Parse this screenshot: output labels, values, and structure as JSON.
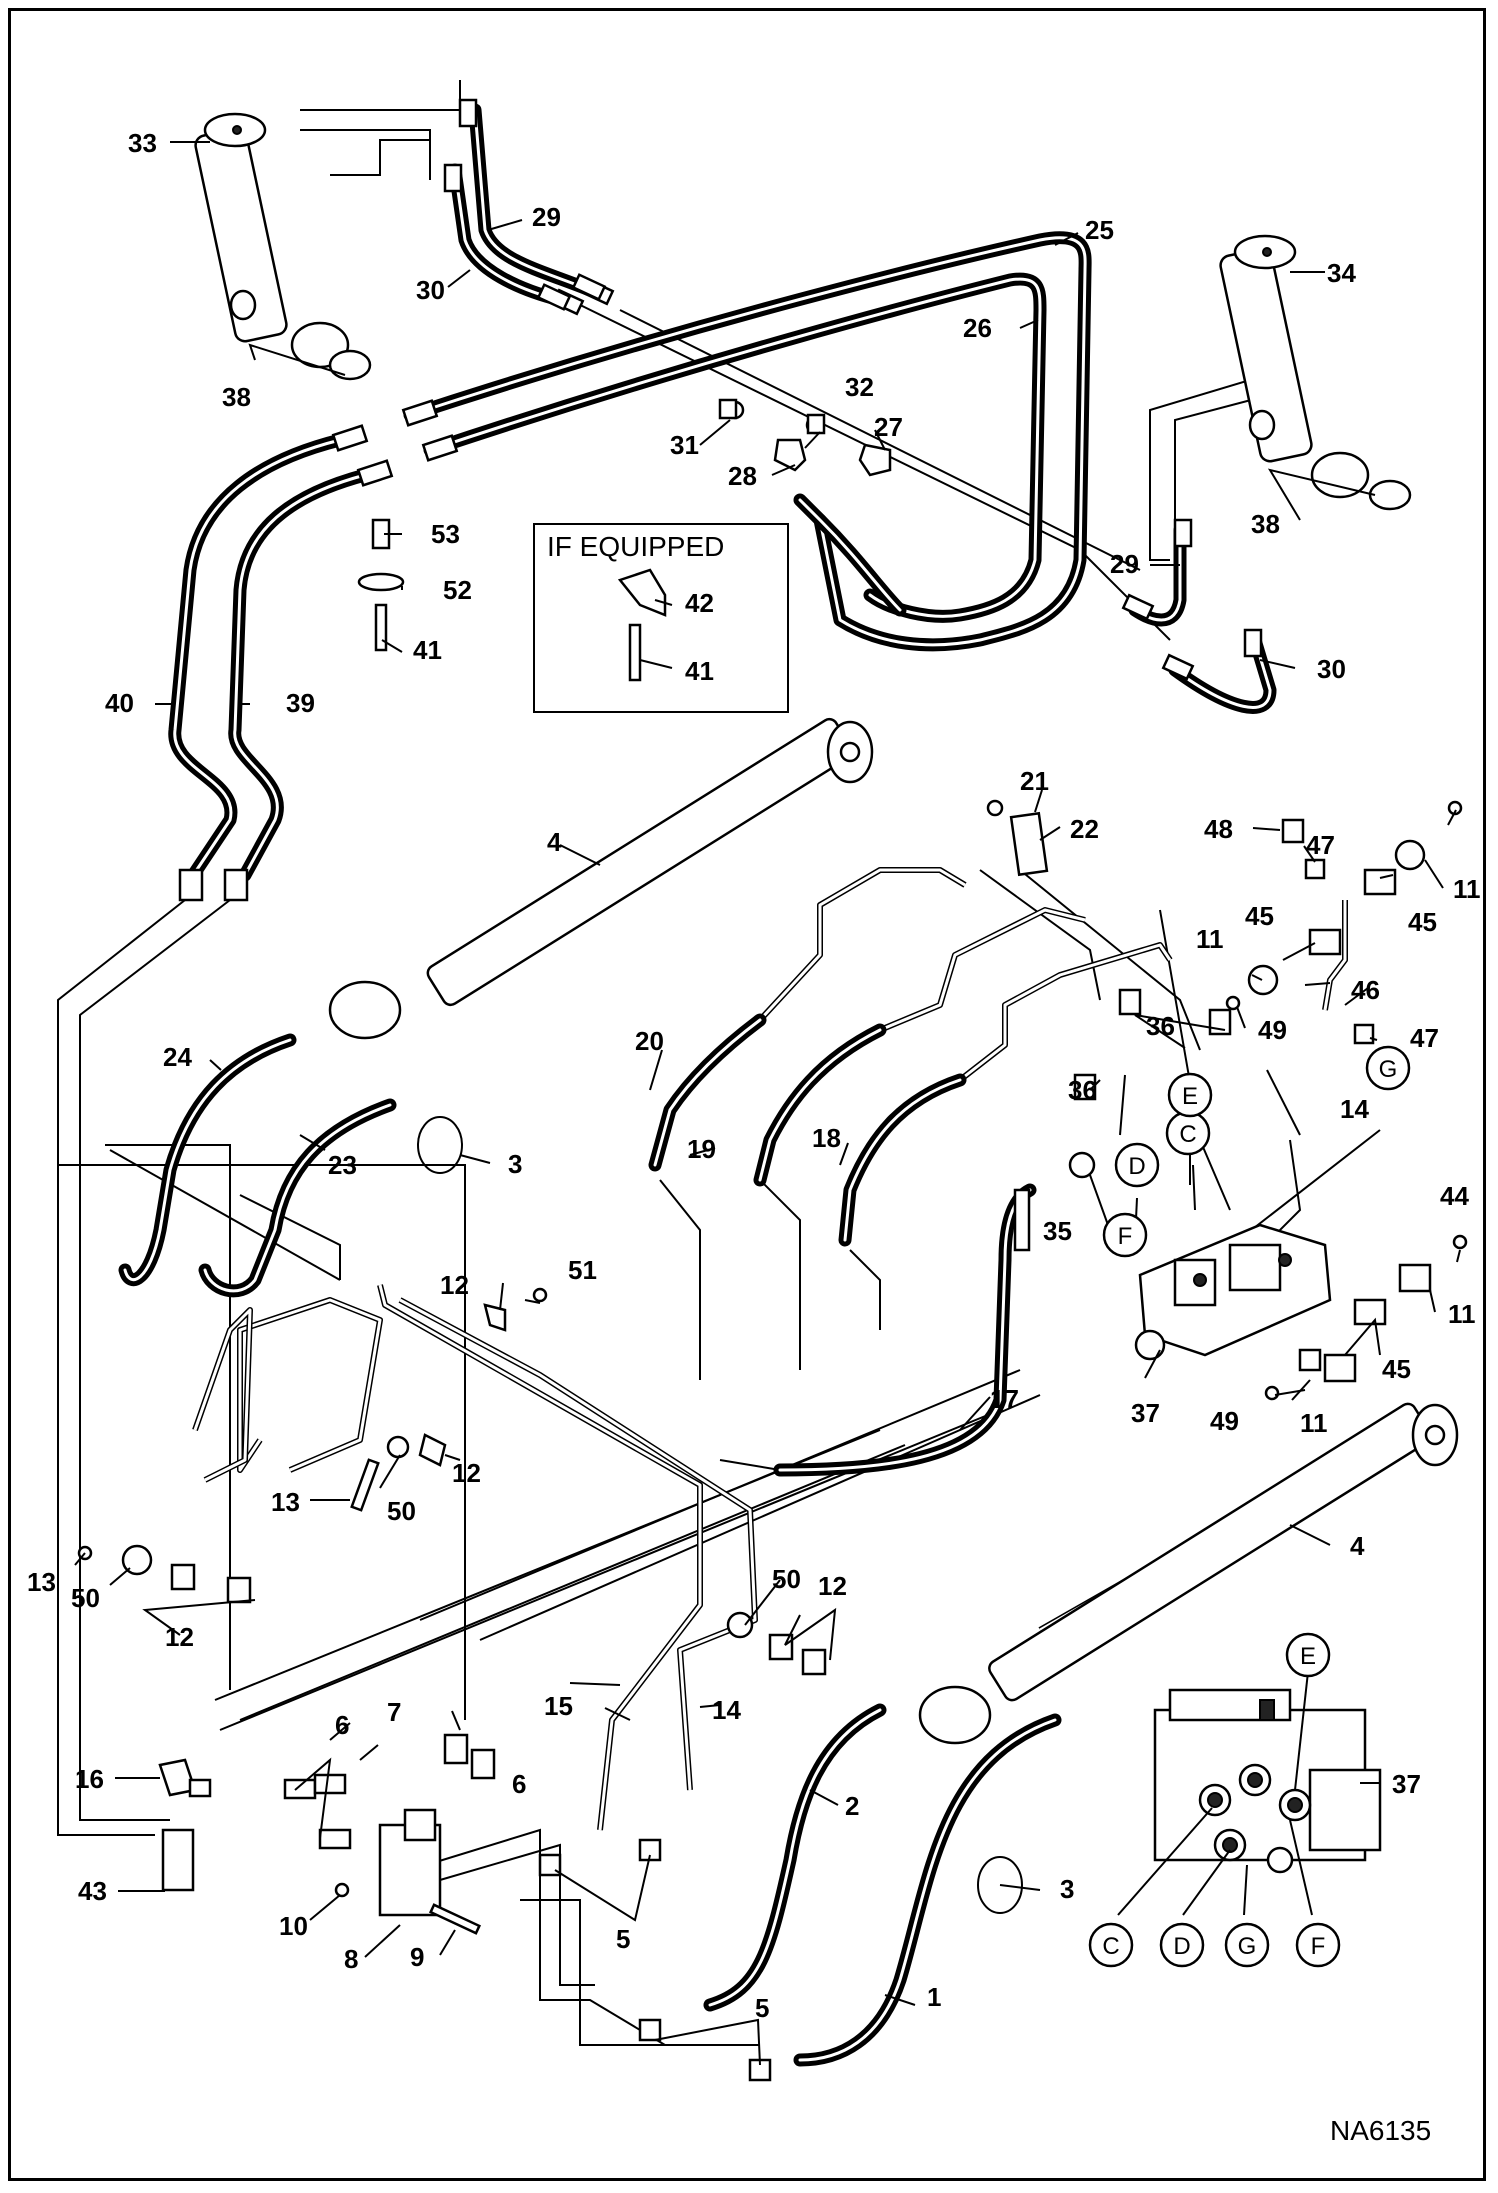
{
  "diagram": {
    "reference": "NA6135",
    "inset_label": "IF EQUIPPED",
    "callouts": [
      "1",
      "2",
      "3",
      "3",
      "4",
      "4",
      "5",
      "5",
      "6",
      "6",
      "7",
      "8",
      "9",
      "10",
      "11",
      "11",
      "11",
      "11",
      "12",
      "12",
      "12",
      "12",
      "13",
      "13",
      "14",
      "14",
      "15",
      "16",
      "17",
      "18",
      "19",
      "20",
      "21",
      "22",
      "23",
      "24",
      "25",
      "26",
      "27",
      "28",
      "29",
      "29",
      "30",
      "30",
      "31",
      "32",
      "33",
      "34",
      "35",
      "36",
      "36",
      "37",
      "37",
      "38",
      "38",
      "39",
      "40",
      "41",
      "41",
      "42",
      "43",
      "44",
      "45",
      "45",
      "45",
      "46",
      "47",
      "47",
      "48",
      "49",
      "49",
      "50",
      "50",
      "50",
      "51",
      "52",
      "53"
    ],
    "port_letters": [
      "C",
      "D",
      "E",
      "F",
      "G",
      "C",
      "D",
      "E",
      "F",
      "G"
    ]
  }
}
